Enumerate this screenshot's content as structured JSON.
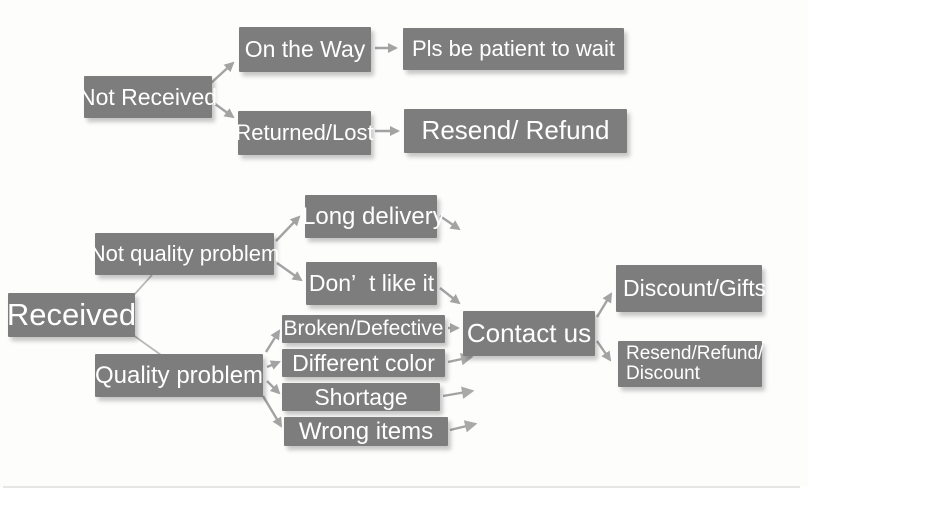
{
  "diagram": {
    "description": "Customer service decision flowchart for order issues",
    "colors": {
      "node_fill": "#7d7d7d",
      "node_text": "#ffffff",
      "arrow": "#a3a3a3",
      "connector_line": "#b8b8b8",
      "background": "#ffffff"
    },
    "nodes": {
      "not_received": "Not Received",
      "on_the_way": "On the Way",
      "pls_be_patient": "Pls be patient to wait",
      "returned_lost": "Returned/Lost",
      "resend_refund": "Resend/ Refund",
      "received": "Received",
      "not_quality_problem": "Not quality problem",
      "long_delivery": "Long delivery",
      "dont_like_it": "Don’  t like it",
      "quality_problem": "Quality problem",
      "broken_defective": "Broken/Defective",
      "different_color": "Different color",
      "shortage": "Shortage",
      "wrong_items": "Wrong items",
      "contact_us": "Contact us",
      "discount_gifts": "Discount/Gifts",
      "resend_refund_discount_line1": "Resend/Refund/",
      "resend_refund_discount_line2": "Discount"
    },
    "edges": [
      "Not Received -> On the Way",
      "Not Received -> Returned/Lost",
      "On the Way -> Pls be patient to wait",
      "Returned/Lost -> Resend/ Refund",
      "Received -> Not quality problem",
      "Received -> Quality problem",
      "Not quality problem -> Long delivery",
      "Not quality problem -> Don't like it",
      "Long delivery -> Contact us",
      "Don't like it -> Contact us",
      "Quality problem -> Broken/Defective",
      "Quality problem -> Different color",
      "Quality problem -> Shortage",
      "Quality problem -> Wrong items",
      "Broken/Defective -> Contact us",
      "Different color -> Contact us",
      "Shortage -> Contact us",
      "Wrong items -> Contact us",
      "Contact us -> Discount/Gifts",
      "Contact us -> Resend/Refund/Discount"
    ]
  }
}
